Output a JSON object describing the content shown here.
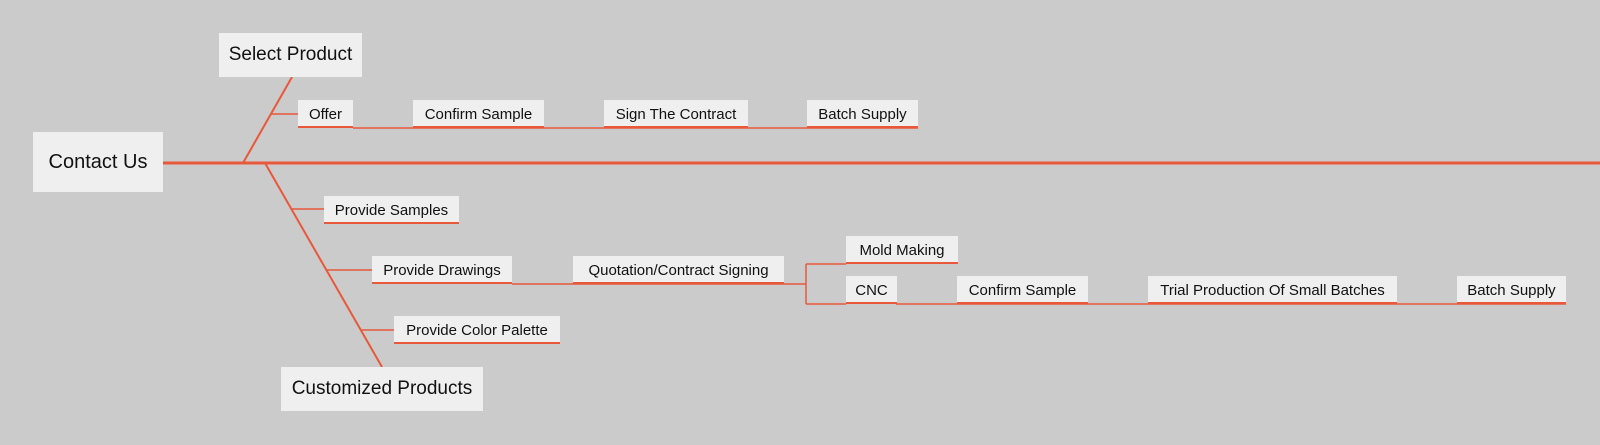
{
  "diagram": {
    "root": "Contact Us",
    "branch_top": {
      "label": "Select Product",
      "steps": [
        "Offer",
        "Confirm Sample",
        "Sign The Contract",
        "Batch Supply"
      ]
    },
    "branch_bottom": {
      "label": "Customized Products",
      "options": [
        "Provide Samples",
        "Provide Drawings",
        "Provide Color Palette"
      ],
      "drawings_next": "Quotation/Contract Signing",
      "sub_options": [
        "Mold Making",
        "CNC"
      ],
      "cnc_steps": [
        "Confirm Sample",
        "Trial Production Of Small Batches",
        "Batch Supply"
      ]
    },
    "colors": {
      "background": "#cbcbcb",
      "node_fill": "#efefef",
      "line": "#e8583a"
    }
  }
}
